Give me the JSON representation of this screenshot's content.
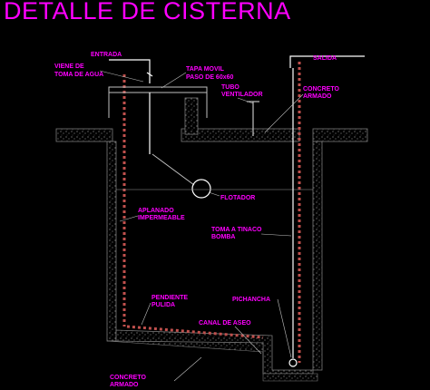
{
  "title": "DETALLE DE CISTERNA",
  "labels": {
    "entrada": "ENTRADA",
    "salida": "SALIDA",
    "viene_de_line1": "VIENE DE",
    "viene_de_line2": "TOMA DE AGUA",
    "tapa_line1": "TAPA MOVIL",
    "tapa_line2": "PASO DE 60x60",
    "tubo_line1": "TUBO",
    "tubo_line2": "VENTILADOR",
    "concreto_top_line1": "CONCRETO",
    "concreto_top_line2": "ARMADO",
    "flotador": "FLOTADOR",
    "aplanado_line1": "APLANADO",
    "aplanado_line2": "IMPERMEABLE",
    "toma_line1": "TOMA A TINACO",
    "toma_line2": "BOMBA",
    "pendiente_line1": "PENDIENTE",
    "pendiente_line2": "PULIDA",
    "pichancha": "PICHANCHA",
    "canal": "CANAL DE ASEO",
    "concreto_bottom_line1": "CONCRETO",
    "concreto_bottom_line2": "ARMADO"
  },
  "colors": {
    "background": "#000000",
    "label": "#ff00ff",
    "pipe": "#ffffff",
    "wall": "#808080",
    "rebar": "#c0504d",
    "leader": "#c0c0c0"
  }
}
